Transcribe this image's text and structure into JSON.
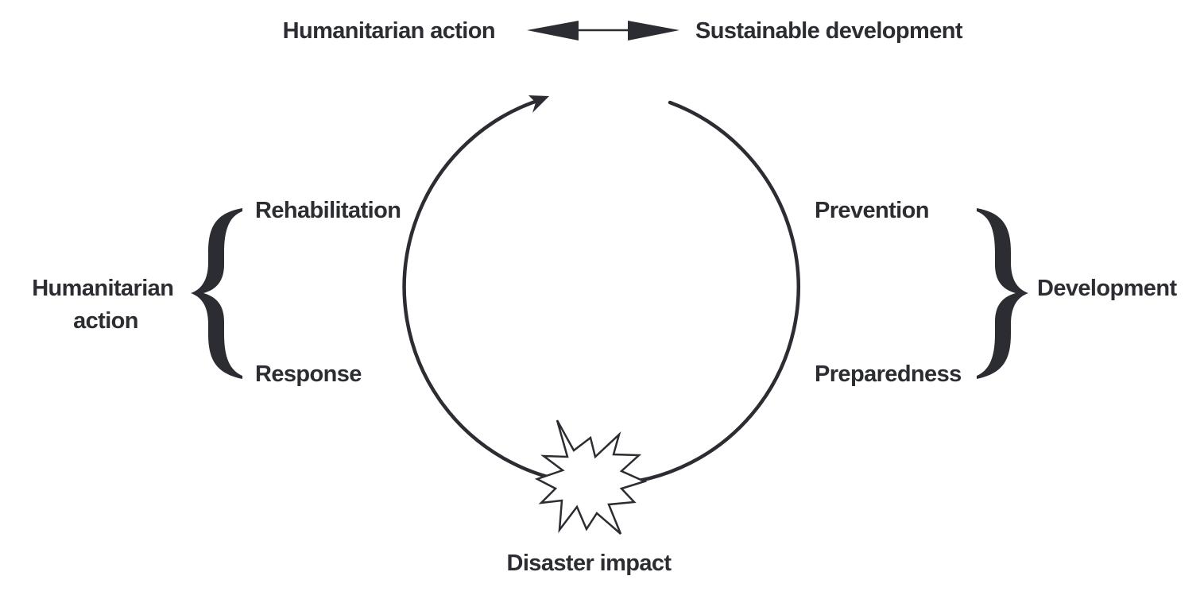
{
  "colors": {
    "ink": "#2b2d33",
    "background": "#ffffff",
    "burst_fill": "#ffffff"
  },
  "top": {
    "left_label": "Humanitarian action",
    "right_label": "Sustainable development",
    "connector_icon": "double-headed-arrow-icon"
  },
  "left_group": {
    "label_line1": "Humanitarian",
    "label_line2": "action",
    "items": [
      "Rehabilitation",
      "Response"
    ],
    "brace_icon": "left-curly-brace-icon"
  },
  "right_group": {
    "label": "Development",
    "items": [
      "Prevention",
      "Preparedness"
    ],
    "brace_icon": "right-curly-brace-icon"
  },
  "cycle": {
    "arrow_icon": "clockwise-cycle-arrow-icon",
    "event_label": "Disaster impact",
    "event_icon": "explosion-burst-icon"
  }
}
